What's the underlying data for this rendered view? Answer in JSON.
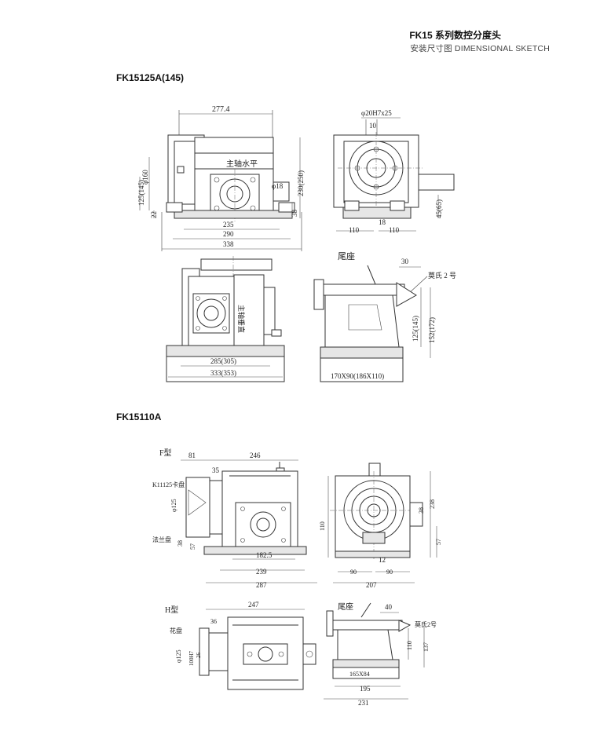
{
  "header": {
    "title": "FK15 系列数控分度头",
    "subtitle": "安装尺寸图 DIMENSIONAL SKETCH"
  },
  "sections": [
    {
      "id": "a",
      "label": "FK15125A(145)"
    },
    {
      "id": "b",
      "label": "FK15110A"
    }
  ],
  "drawing_a": {
    "front_view": {
      "d_277": "277.4",
      "spindle_text": "主轴水平",
      "d_160": "φ160",
      "d_125_145": "125(145)",
      "d_22": "22",
      "d_18": "φ18",
      "d_230_250": "230(250)",
      "d_38": "38",
      "d_235": "235",
      "d_290": "290",
      "d_338": "338"
    },
    "side_view": {
      "d_20h7": "φ20H7x25",
      "d_10": "10",
      "d_45_65": "45(65)",
      "d_110_left": "110",
      "d_18": "18",
      "d_110_right": "110"
    },
    "vertical_view": {
      "spindle_text": "主轴垂直",
      "d_285_305": "285(305)",
      "d_333_353": "333(353)"
    },
    "tailstock_view": {
      "title": "尾座",
      "d_30": "30",
      "morse": "莫氏 2 号",
      "d_125_145": "125(145)",
      "d_152_172": "152(172)",
      "d_base": "170X90(186X110)"
    }
  },
  "drawing_b": {
    "f_view": {
      "type_label": "F型",
      "d_81": "81",
      "d_246": "246",
      "d_35": "35",
      "chuck_label": "K11125卡盘",
      "d_125": "φ125",
      "flange_label": "法兰盘",
      "d_38": "38",
      "d_57": "57",
      "d_182_5": "182.5",
      "d_239": "239",
      "d_287": "287"
    },
    "side_view": {
      "d_110": "110",
      "d_38": "38",
      "d_238": "238",
      "d_57": "57",
      "d_12": "12",
      "d_90_left": "90",
      "d_90_right": "90",
      "d_207": "207"
    },
    "h_view": {
      "type_label": "H型",
      "d_247": "247",
      "d_36": "36",
      "faceplate_label": "花盘",
      "d_125": "φ125",
      "d_100h7": "100H7",
      "d_26": "26"
    },
    "tailstock_view": {
      "title": "尾座",
      "d_40": "40",
      "morse": "莫氏2号",
      "d_110": "110",
      "d_137": "137",
      "d_base": "165X84",
      "d_195": "195",
      "d_231": "231"
    }
  }
}
